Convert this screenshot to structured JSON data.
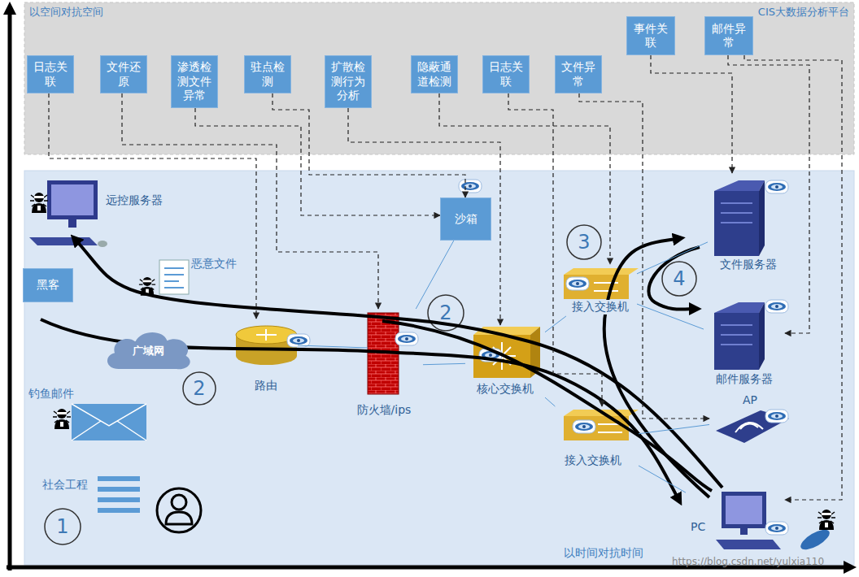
{
  "diagram": {
    "nodes": [
      {
        "text": [
          "以空间对抗空间",
          "CIS大数据分析平台"
        ]
      },
      {
        "text": [
          "以时间对抗时间"
        ]
      },
      {
        "text": [
          "日志关联"
        ],
        "in": 0
      },
      {
        "text": [
          "文件还原"
        ],
        "in": 0
      },
      {
        "text": [
          "渗透检测文件异常"
        ],
        "in": 0
      },
      {
        "text": [
          "驻点检测"
        ],
        "in": 0
      },
      {
        "text": [
          "扩散检测行为分析"
        ],
        "in": 0
      },
      {
        "text": [
          "隐蔽通道检测"
        ],
        "in": 0
      },
      {
        "text": [
          "日志关联"
        ],
        "in": 0
      },
      {
        "text": [
          "文件异常"
        ],
        "in": 0
      },
      {
        "text": [
          "事件关联"
        ],
        "in": 0
      },
      {
        "text": [
          "邮件异常"
        ],
        "in": 0
      },
      {
        "text": [
          "远控服务器"
        ],
        "in": 1
      },
      {
        "text": [
          "黑客"
        ],
        "in": 1
      },
      {
        "text": [
          "沙箱"
        ],
        "in": 1
      },
      {
        "text": [
          "广域网"
        ],
        "in": 1
      },
      {
        "text": [
          "路由"
        ],
        "in": 1
      },
      {
        "text": [
          "防火墙/ips"
        ],
        "in": 1
      },
      {
        "text": [
          "核心交换机"
        ],
        "in": 1
      },
      {
        "text": [
          "接入交换机"
        ],
        "in": 1
      },
      {
        "text": [
          "接入交换机"
        ],
        "in": 1
      },
      {
        "text": [
          "文件服务器"
        ],
        "in": 1
      },
      {
        "text": [
          "邮件服务器"
        ],
        "in": 1
      },
      {
        "text": [
          "AP"
        ],
        "in": 1
      },
      {
        "text": [
          "PC"
        ],
        "in": 1
      }
    ],
    "edges": [
      {
        "from": 2,
        "to": 16,
        "arrow": "to"
      },
      {
        "from": 3,
        "to": 17,
        "arrow": "to"
      },
      {
        "from": 4,
        "to": 14,
        "arrow": "to"
      },
      {
        "from": 5,
        "to": 14,
        "arrow": "to"
      },
      {
        "from": 6,
        "to": 18,
        "arrow": "to"
      },
      {
        "from": 7,
        "to": 19,
        "arrow": "to"
      },
      {
        "from": 8,
        "to": 20,
        "arrow": "to"
      },
      {
        "from": 9,
        "to": 23,
        "arrow": "to"
      },
      {
        "from": 10,
        "to": 21,
        "arrow": "to"
      },
      {
        "from": 11,
        "to": 22,
        "arrow": "to"
      },
      {
        "from": 11,
        "to": 24,
        "arrow": "to"
      },
      {
        "from": 14,
        "to": 17,
        "arrow": "none"
      },
      {
        "from": 17,
        "to": 18,
        "arrow": "none"
      },
      {
        "from": 18,
        "to": 19,
        "arrow": "none"
      },
      {
        "from": 18,
        "to": 20,
        "arrow": "none"
      },
      {
        "from": 19,
        "to": 21,
        "arrow": "none"
      },
      {
        "from": 19,
        "to": 22,
        "arrow": "none"
      },
      {
        "from": 20,
        "to": 23,
        "arrow": "none"
      },
      {
        "from": 20,
        "to": 24,
        "arrow": "none"
      }
    ],
    "labels": [
      "1",
      "2",
      "2",
      "3",
      "4",
      "恶意文件",
      "钓鱼邮件",
      "社会工程",
      "https://blog.csdn.net/yulxia110"
    ]
  }
}
